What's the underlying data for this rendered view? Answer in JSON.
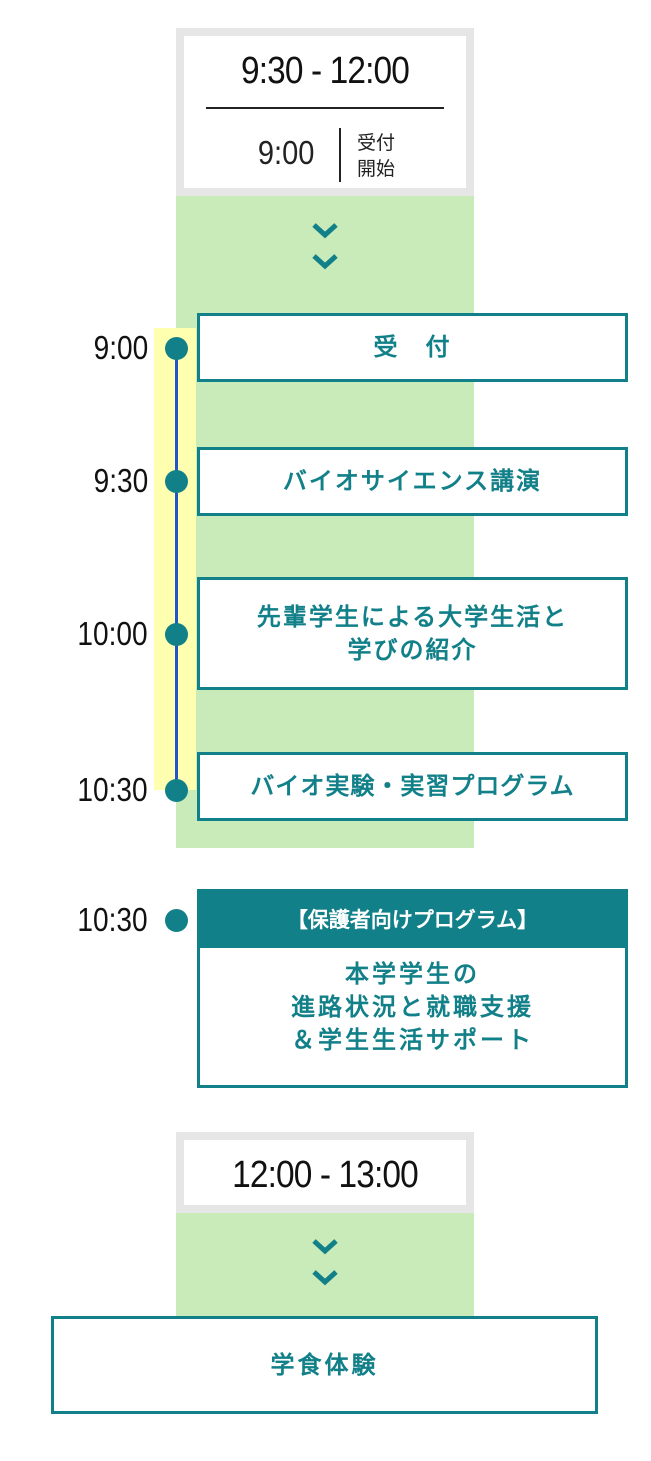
{
  "colors": {
    "teal": "#128089",
    "green": "#c9ebb9",
    "yellow": "#ffffb0",
    "gray": "#e6e6e6",
    "line": "#2255cc"
  },
  "morning": {
    "range": "9:30 - 12:00",
    "reception_time": "9:00",
    "reception_label_1": "受付",
    "reception_label_2": "開始"
  },
  "schedule": [
    {
      "time": "9:00",
      "title": "受　付"
    },
    {
      "time": "9:30",
      "title": "バイオサイエンス講演"
    },
    {
      "time": "10:00",
      "title_line1": "先輩学生による大学生活と",
      "title_line2": "学びの紹介"
    },
    {
      "time": "10:30",
      "title": "バイオ実験・実習プログラム"
    }
  ],
  "parents": {
    "time": "10:30",
    "header": "【保護者向けプログラム】",
    "line1": "本学学生の",
    "line2": "進路状況と就職支援",
    "line3": "＆学生生活サポート"
  },
  "lunch": {
    "range": "12:00 - 13:00",
    "title": "学食体験"
  }
}
